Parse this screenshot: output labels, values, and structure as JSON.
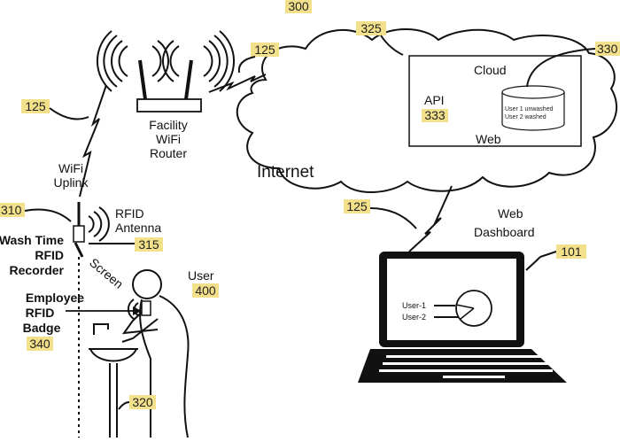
{
  "figure_number": "300",
  "labels": {
    "cloud_ref": "325",
    "cloud": "Cloud",
    "api": "API",
    "api_ref": "333",
    "web": "Web",
    "database_ref": "330",
    "db_row_1": "User 1 unwashed",
    "db_row_2": "User 2 washed",
    "internet": "Internet",
    "link_ref": "125",
    "router_line_1": "Facility",
    "router_line_2": "WiFi",
    "router_line_3": "Router",
    "wifi_uplink_1": "WiFi",
    "wifi_uplink_2": "Uplink",
    "recorder_ref": "310",
    "rfid_antenna_1": "RFID",
    "rfid_antenna_2": "Antenna",
    "recorder_1": "Wash Time",
    "recorder_2": "RFID",
    "recorder_3": "Recorder",
    "antenna_ref": "315",
    "screen": "Screen",
    "user": "User",
    "user_ref": "400",
    "badge_1": "Employee",
    "badge_2": "RFID",
    "badge_3": "Badge",
    "badge_ref": "340",
    "sink_ref": "320",
    "dashboard_1": "Web",
    "dashboard_2": "Dashboard",
    "laptop_ref": "101",
    "screen_user_1": "User-1",
    "screen_user_2": "User-2"
  }
}
